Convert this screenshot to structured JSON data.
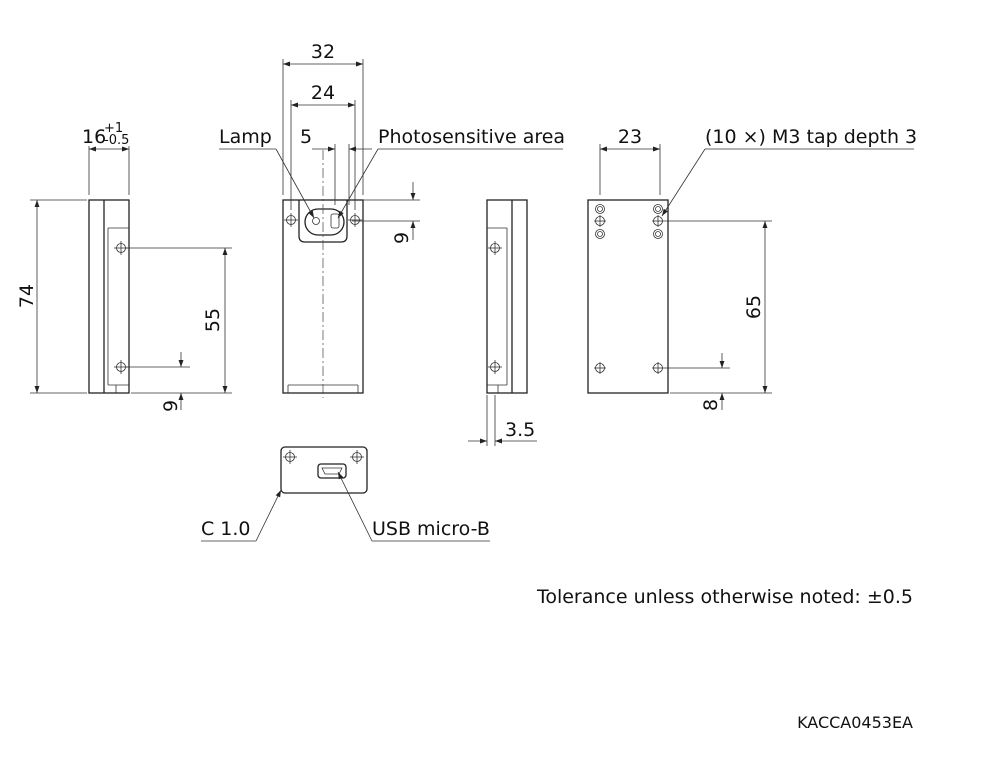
{
  "dimensions": {
    "depth_side": "16",
    "depth_tol_upper": "+1",
    "depth_tol_lower": "-0.5",
    "height_total": "74",
    "hole_pitch_left": "55",
    "hole_offset_left": "9",
    "width_total": "32",
    "width_24": "24",
    "width_5": "5",
    "lamp_offset": "9",
    "back_width": "23",
    "back_pitch": "65",
    "back_offset": "8",
    "thickness": "3.5",
    "chamfer": "C 1.0"
  },
  "labels": {
    "lamp": "Lamp",
    "photosensitive": "Photosensitive area",
    "tap": "(10 ×) M3 tap depth 3",
    "usb": "USB micro-B"
  },
  "notes": {
    "tolerance": "Tolerance unless otherwise noted: ±0.5",
    "code": "KACCA0453EA"
  }
}
